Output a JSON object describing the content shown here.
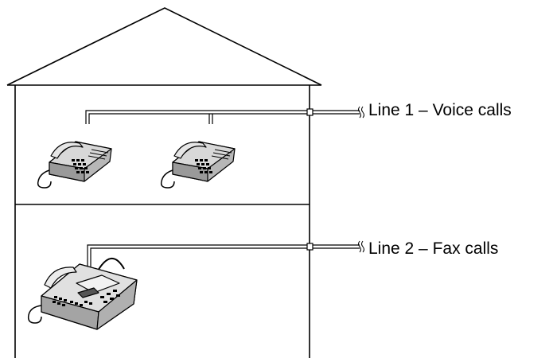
{
  "lines": [
    {
      "label": "Line 1 – Voice calls"
    },
    {
      "label": "Line 2 – Fax calls"
    }
  ],
  "icons": [
    "house-outline",
    "telephone-icon",
    "telephone-icon",
    "fax-machine-icon",
    "wall-jack-icon",
    "line-break-icon"
  ]
}
